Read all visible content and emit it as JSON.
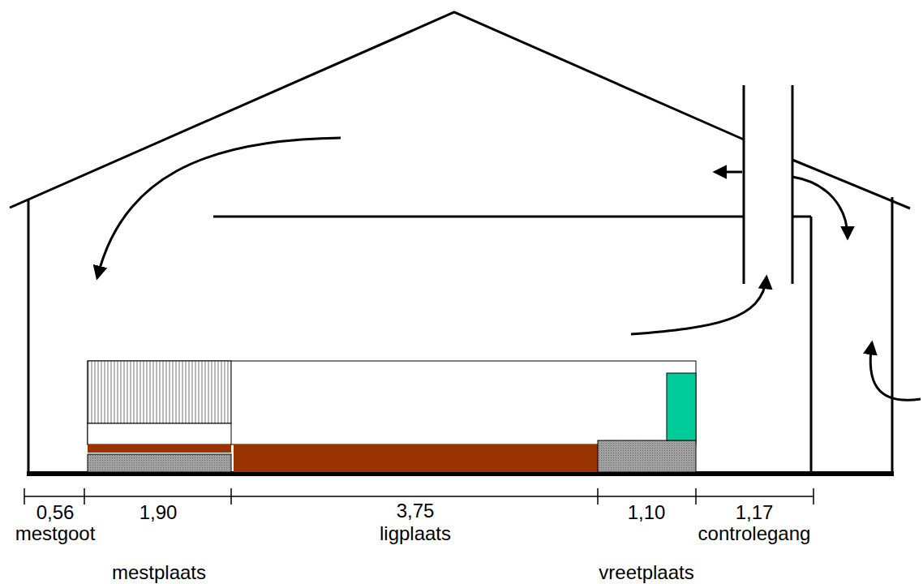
{
  "diagram": {
    "labels": [
      "0,56",
      "mestgoot",
      "1,90",
      "mestplaats",
      "3,75",
      "ligplaats",
      "1,10",
      "vreetplaats",
      "1,17",
      "controlegang"
    ]
  }
}
